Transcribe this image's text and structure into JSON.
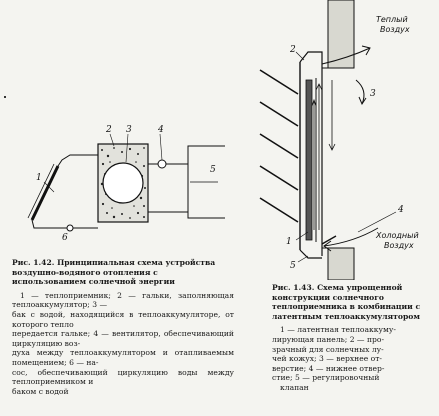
{
  "figure_142": {
    "labels": [
      "1",
      "2",
      "3",
      "4",
      "5",
      "6"
    ],
    "caption": {
      "lead": "Рис. 1.42.",
      "title": "Принципиальная схема устройства воздушно-водяного отопления с использованием солнечной энергии",
      "lines": [
        "1 — теплоприемник; 2 — гальки, заполняющая теплоаккумулятор; 3 —",
        "бак с водой, находящийся в теплоаккумуляторе, от которого тепло",
        "передается гальке; 4 — вентилятор, обеспечивающий циркуляцию воз-",
        "духа между теплоаккумулятором и отапливаемым помещением; 6 — на-",
        "сос, обеспечивающий циркуляцию воды между теплоприемником и",
        "баком с водой"
      ]
    }
  },
  "figure_143": {
    "labels": [
      "1",
      "2",
      "3",
      "4",
      "5"
    ],
    "air_warm": [
      "Теплый",
      "Воздух"
    ],
    "air_cold": [
      "Холодный",
      "Воздух"
    ],
    "caption": {
      "lead": "Рис. 1.43.",
      "title": "Схема упрощенной конструкции солнечного теплоприемника в комбинации с латентным теплоаккумулятором",
      "lines": [
        "1 — латентная теплоаккуму-",
        "лирующая панель; 2 — про-",
        "зрачный для солнечных лу-",
        "чей кожух; 3 — верхнее от-",
        "верстие; 4 — нижнее отвер-",
        "стие; 5 — регулировочный",
        "клапан"
      ]
    }
  }
}
